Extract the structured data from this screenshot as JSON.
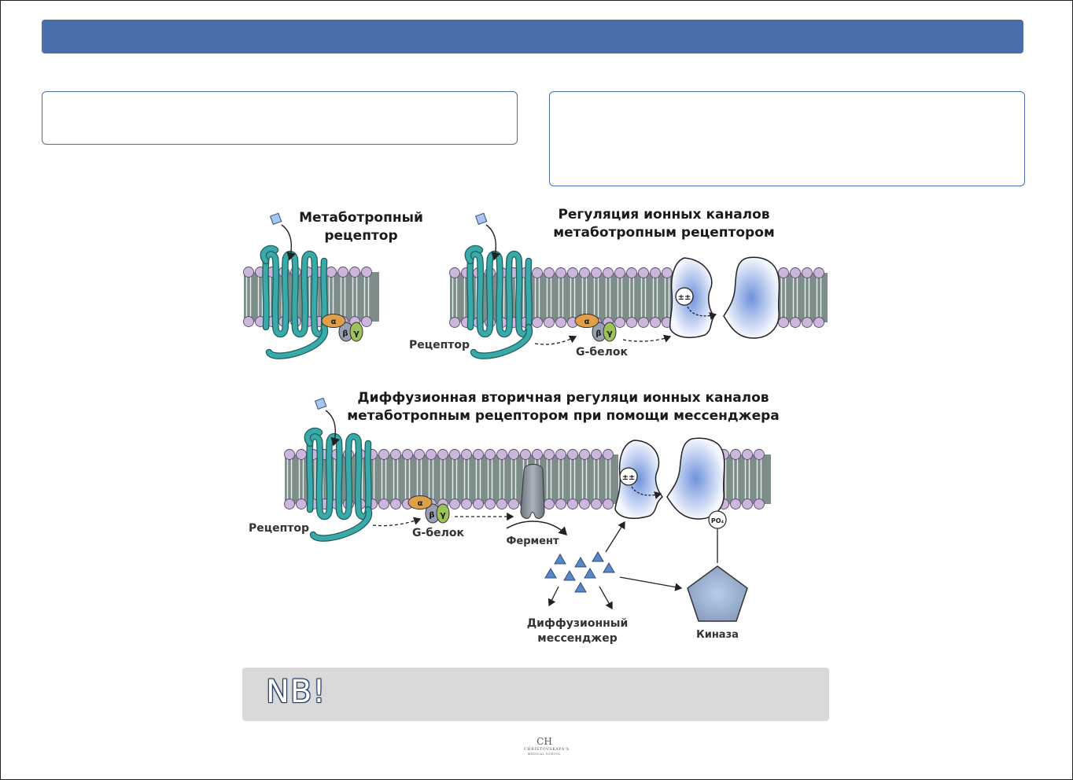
{
  "panel1": {
    "title_line1": "Метаботропный",
    "title_line2": "рецептор"
  },
  "panel2": {
    "title_line1": "Регуляция ионных каналов",
    "title_line2": "метаботропным рецептором",
    "receptor_label": "Рецептор",
    "gprotein_label": "G-белок"
  },
  "panel3": {
    "title_line1": "Диффузионная вторичная регуляци ионных каналов",
    "title_line2": "метаботропным рецептором при помощи мессенджера",
    "receptor_label": "Рецептор",
    "gprotein_label": "G-белок",
    "enzyme_label": "Фермент",
    "messenger_line1": "Диффузионный",
    "messenger_line2": "мессенджер",
    "kinase_label": "Киназа",
    "po4_label": "PO₄"
  },
  "subunits": {
    "alpha": "α",
    "beta": "β",
    "gamma": "γ"
  },
  "ion_symbol": "±±",
  "nb": {
    "text": "NB!"
  },
  "logo": {
    "mark": "CH",
    "name": "CHRISTOVSKAYA'S",
    "sub": "MEDICAL SCHOOL"
  },
  "colors": {
    "header": "#4a6ea9",
    "receptor": "#3aa9a9",
    "lipid_head": "#cbb7dc",
    "alpha": "#e0a04a",
    "beta": "#9aa0b4",
    "gamma": "#9bc35a",
    "channel_fill": "#a9bfe8",
    "ligand": "#a8c4ec",
    "nb_bg": "#d9d9d9"
  }
}
